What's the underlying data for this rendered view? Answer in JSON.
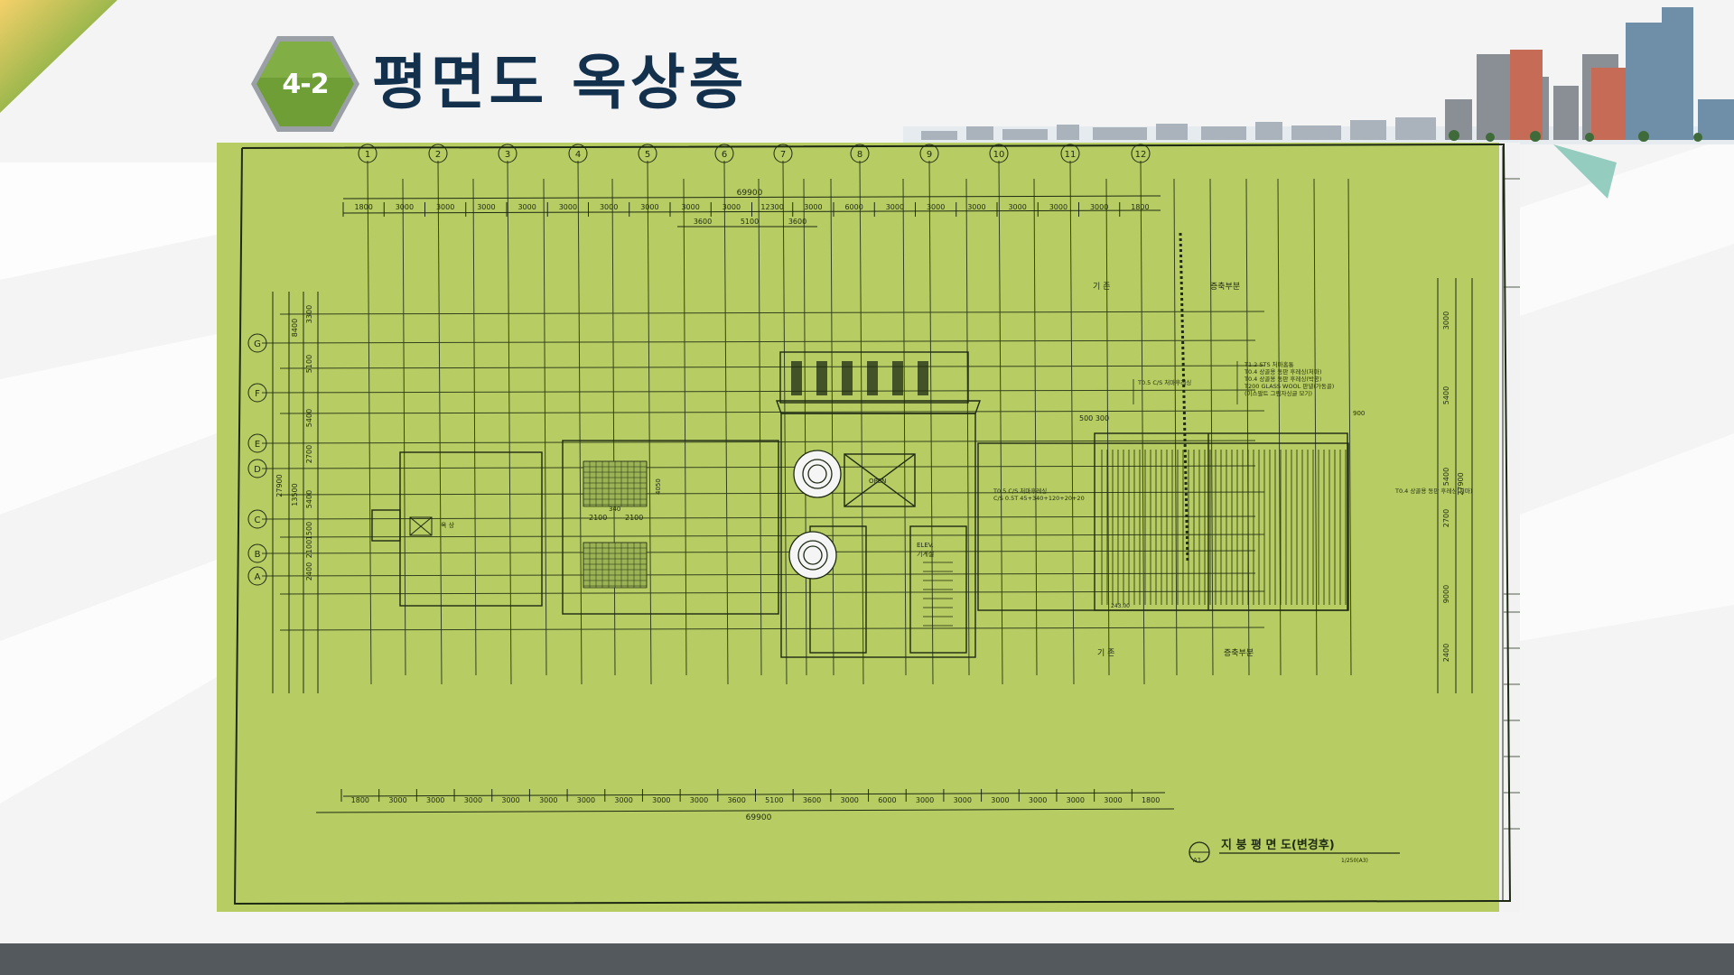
{
  "slide": {
    "badge": "4-2",
    "title": "평면도 옥상층"
  },
  "plan": {
    "grid_columns": [
      "1",
      "2",
      "3",
      "4",
      "5",
      "6",
      "7",
      "8",
      "9",
      "10",
      "11",
      "12"
    ],
    "grid_rows": [
      "G",
      "F",
      "E",
      "D",
      "C",
      "B",
      "A"
    ],
    "top_total": "69900",
    "top_dims": [
      "1800",
      "3000",
      "3000",
      "3000",
      "3000",
      "3000",
      "3000",
      "3000",
      "3000",
      "3000",
      "12300",
      "3000",
      "6000",
      "3000",
      "3000",
      "3000",
      "3000",
      "3000",
      "3000",
      "1800"
    ],
    "top_sub_dims": [
      "3600",
      "5100",
      "3600"
    ],
    "bottom_total": "69900",
    "bottom_dims": [
      "1800",
      "3000",
      "3000",
      "3000",
      "3000",
      "3000",
      "3000",
      "3000",
      "3000",
      "3000",
      "3600",
      "5100",
      "3600",
      "3000",
      "6000",
      "3000",
      "3000",
      "3000",
      "3000",
      "3000",
      "3000",
      "1800"
    ],
    "left_total": "27900",
    "left_mid": [
      "8400",
      "13500"
    ],
    "left_dims": [
      "3300",
      "5100",
      "5400",
      "2700",
      "5400",
      "1500",
      "2100",
      "2400"
    ],
    "right_total": "27900",
    "right_dims": [
      "3000",
      "5400",
      "5400",
      "2700",
      "9000",
      "2400"
    ],
    "labels": {
      "existing_top": "기   존",
      "extension_top": "증축부분",
      "existing_bottom": "기   존",
      "extension_bottom": "증축부분",
      "roof": "옥   상",
      "open": "OPEN",
      "elev": "ELEV.",
      "machine": "기계실",
      "dim_500_300": "500 300",
      "dim_4050": "4050",
      "dim_340": "340",
      "dim_2100a": "2100",
      "dim_2100b": "2100",
      "dim_900": "900",
      "dim_243": "243.00"
    },
    "notes": {
      "spec1": "T1.2 STS 처마홈통",
      "spec2": "T0.4 상골용 동판 후레싱(처마)",
      "spec3": "T0.4 상골용 동판 후레싱(박공)",
      "spec4": "T200 GLASS WOOL 판넬(가동골)",
      "spec5": "(이스팔트 그림자싱글 모기)",
      "cs_flashing": "T0.5 C/S 처마후레싱",
      "cs_flashing2a": "T0.5 C/S 처마후레싱",
      "cs_flashing2b": "C/S 0.5T 45+340+120+20+20",
      "right_flashing": "T0.4 상골용 동판 후레싱(처마)"
    },
    "drawing_title": "지 붕  평 면 도(변경후)",
    "scale": "1/250(A3)",
    "section_mark": "A1"
  },
  "colors": {
    "paper": "#b7cc62",
    "line": "#1e2a14",
    "title": "#13304d",
    "badge": "#6f9d36",
    "footer": "#54595e"
  }
}
